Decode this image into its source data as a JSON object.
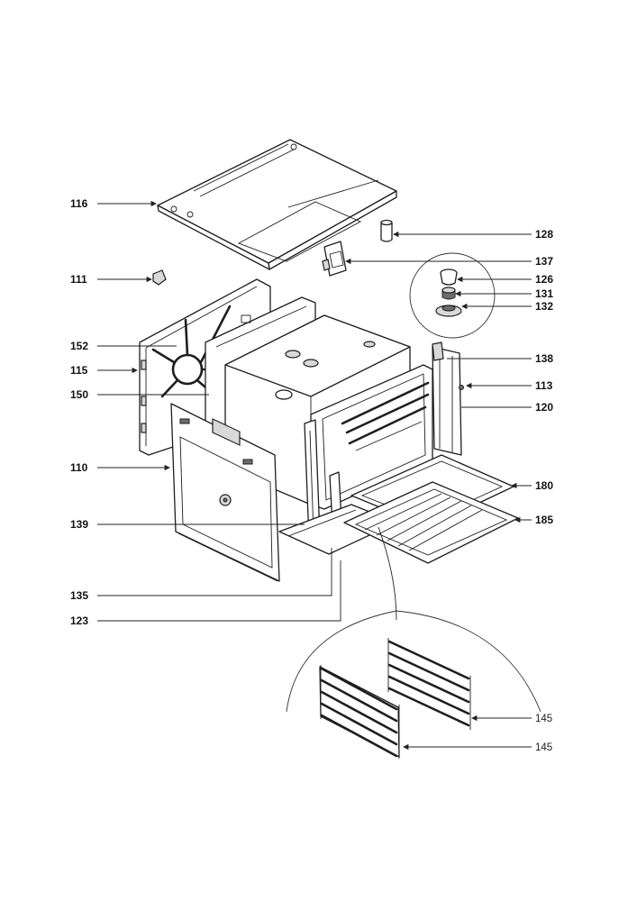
{
  "callouts": {
    "c116": "116",
    "c128": "128",
    "c137": "137",
    "c111": "111",
    "c126": "126",
    "c131": "131",
    "c132": "132",
    "c152": "152",
    "c115": "115",
    "c150": "150",
    "c138": "138",
    "c113": "113",
    "c120": "120",
    "c110": "110",
    "c180": "180",
    "c185": "185",
    "c139": "139",
    "c135": "135",
    "c123": "123",
    "c145a": "145",
    "c145b": "145"
  }
}
